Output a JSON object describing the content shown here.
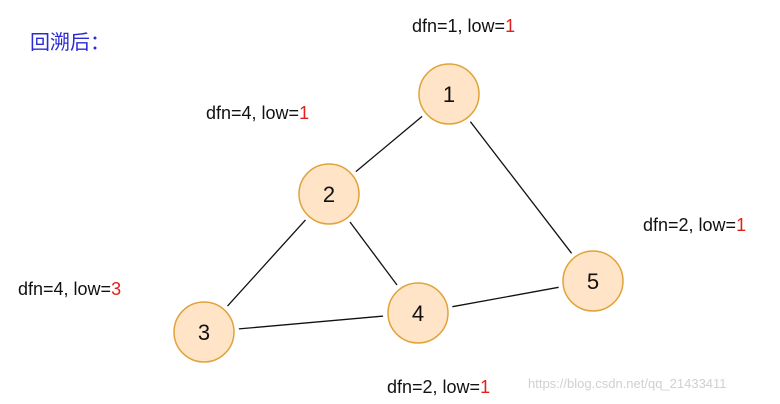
{
  "heading": "回溯后：",
  "colors": {
    "node_fill": "#ffe4c8",
    "node_stroke": "#e0a33a",
    "edge": "#111111",
    "low_highlight": "#e1201d",
    "heading": "#2b2bd6"
  },
  "nodes": [
    {
      "id": "1",
      "label": "1",
      "dfn_text": "dfn=1, low=",
      "low": "1"
    },
    {
      "id": "2",
      "label": "2",
      "dfn_text": "dfn=4, low=",
      "low": "1"
    },
    {
      "id": "3",
      "label": "3",
      "dfn_text": "dfn=4, low=",
      "low": "3"
    },
    {
      "id": "4",
      "label": "4",
      "dfn_text": "dfn=2, low=",
      "low": "1"
    },
    {
      "id": "5",
      "label": "5",
      "dfn_text": "dfn=2, low=",
      "low": "1"
    }
  ],
  "edges": [
    {
      "from": "1",
      "to": "2"
    },
    {
      "from": "1",
      "to": "5"
    },
    {
      "from": "2",
      "to": "3"
    },
    {
      "from": "2",
      "to": "4"
    },
    {
      "from": "3",
      "to": "4"
    },
    {
      "from": "4",
      "to": "5"
    }
  ],
  "watermark": "https://blog.csdn.net/qq_21433411"
}
